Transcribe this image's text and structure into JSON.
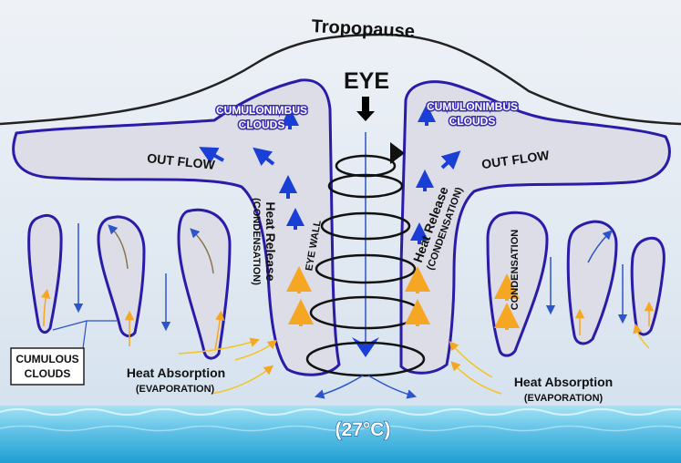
{
  "labels": {
    "tropopause": "Tropopause",
    "eye": "EYE",
    "cumulonimbus_left_1": "CUMULONIMBUS",
    "cumulonimbus_left_2": "CLOUDS",
    "cumulonimbus_right_1": "CUMULONIMBUS",
    "cumulonimbus_right_2": "CLOUDS",
    "outflow_left": "OUT FLOW",
    "outflow_right": "OUT FLOW",
    "heat_release_left": "Heat Release",
    "condensation_left": "(CONDENSATION)",
    "heat_release_right": "Heat Release",
    "condensation_right": "(CONDENSATION)",
    "eye_wall": "EYE WALL",
    "condensation_small": "CONDENSATION",
    "cumulous_1": "CUMULOUS",
    "cumulous_2": "CLOUDS",
    "heat_absorption_left": "Heat Absorption",
    "evaporation_left": "(EVAPORATION)",
    "heat_absorption_right": "Heat Absorption",
    "evaporation_right": "(EVAPORATION)",
    "temperature": "(27°C)"
  },
  "colors": {
    "cloud_fill": "#dcdde6",
    "cloud_outline": "#2a1ca8",
    "blue_arrow": "#1a3fd6",
    "orange_arrow": "#f5a623",
    "label_bg": "#3b2db3",
    "sea_top": "#8fd6ee",
    "sea_bottom": "#2aa9d8"
  }
}
